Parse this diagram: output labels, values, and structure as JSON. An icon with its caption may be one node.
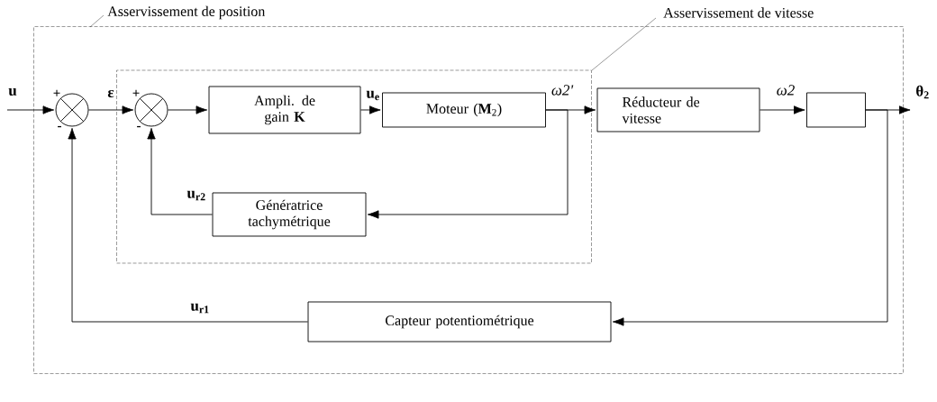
{
  "diagram": {
    "nodes": [
      {
        "text": [
          "Asservissement de position"
        ]
      },
      {
        "text": [
          "Asservissement de vitesse"
        ],
        "in": 0
      },
      {
        "text": [],
        "shape": "circle",
        "in": 0
      },
      {
        "text": [],
        "shape": "circle",
        "in": 1
      },
      {
        "text": [
          "Ampli. de gain **K**"
        ],
        "in": 1
      },
      {
        "text": [
          "Moteur (**M**$_{2}$)"
        ],
        "in": 1
      },
      {
        "text": [
          "Génératrice tachymétrique"
        ],
        "in": 1
      },
      {
        "text": [
          "Réducteur de vitesse"
        ],
        "in": 0
      },
      {
        "text": [],
        "shape": "box",
        "in": 0
      },
      {
        "text": [
          "Capteur potentiométrique"
        ],
        "in": 0
      }
    ],
    "edges": [
      {
        "from": null,
        "to": 2,
        "arrow": "to",
        "label": "u"
      },
      {
        "from": 2,
        "to": 3,
        "arrow": "to",
        "label": "ε"
      },
      {
        "from": 3,
        "to": 4,
        "arrow": "to"
      },
      {
        "from": 4,
        "to": 5,
        "arrow": "to",
        "label": "u$_{e}$"
      },
      {
        "from": 5,
        "to": 7,
        "arrow": "to",
        "label": "ω2'"
      },
      {
        "from": 5,
        "to": 6,
        "arrow": "to"
      },
      {
        "from": 6,
        "to": 3,
        "arrow": "to",
        "label": "u$_{r2}$"
      },
      {
        "from": 7,
        "to": 8,
        "arrow": "to",
        "label": "ω2"
      },
      {
        "from": 8,
        "to": null,
        "arrow": "to",
        "label": "θ$_{2}$"
      },
      {
        "from": 8,
        "to": 9,
        "arrow": "to"
      },
      {
        "from": 9,
        "to": 2,
        "arrow": "to",
        "label": "u$_{r1}$"
      }
    ],
    "labels": [
      "+",
      "-",
      "+",
      "-"
    ]
  }
}
